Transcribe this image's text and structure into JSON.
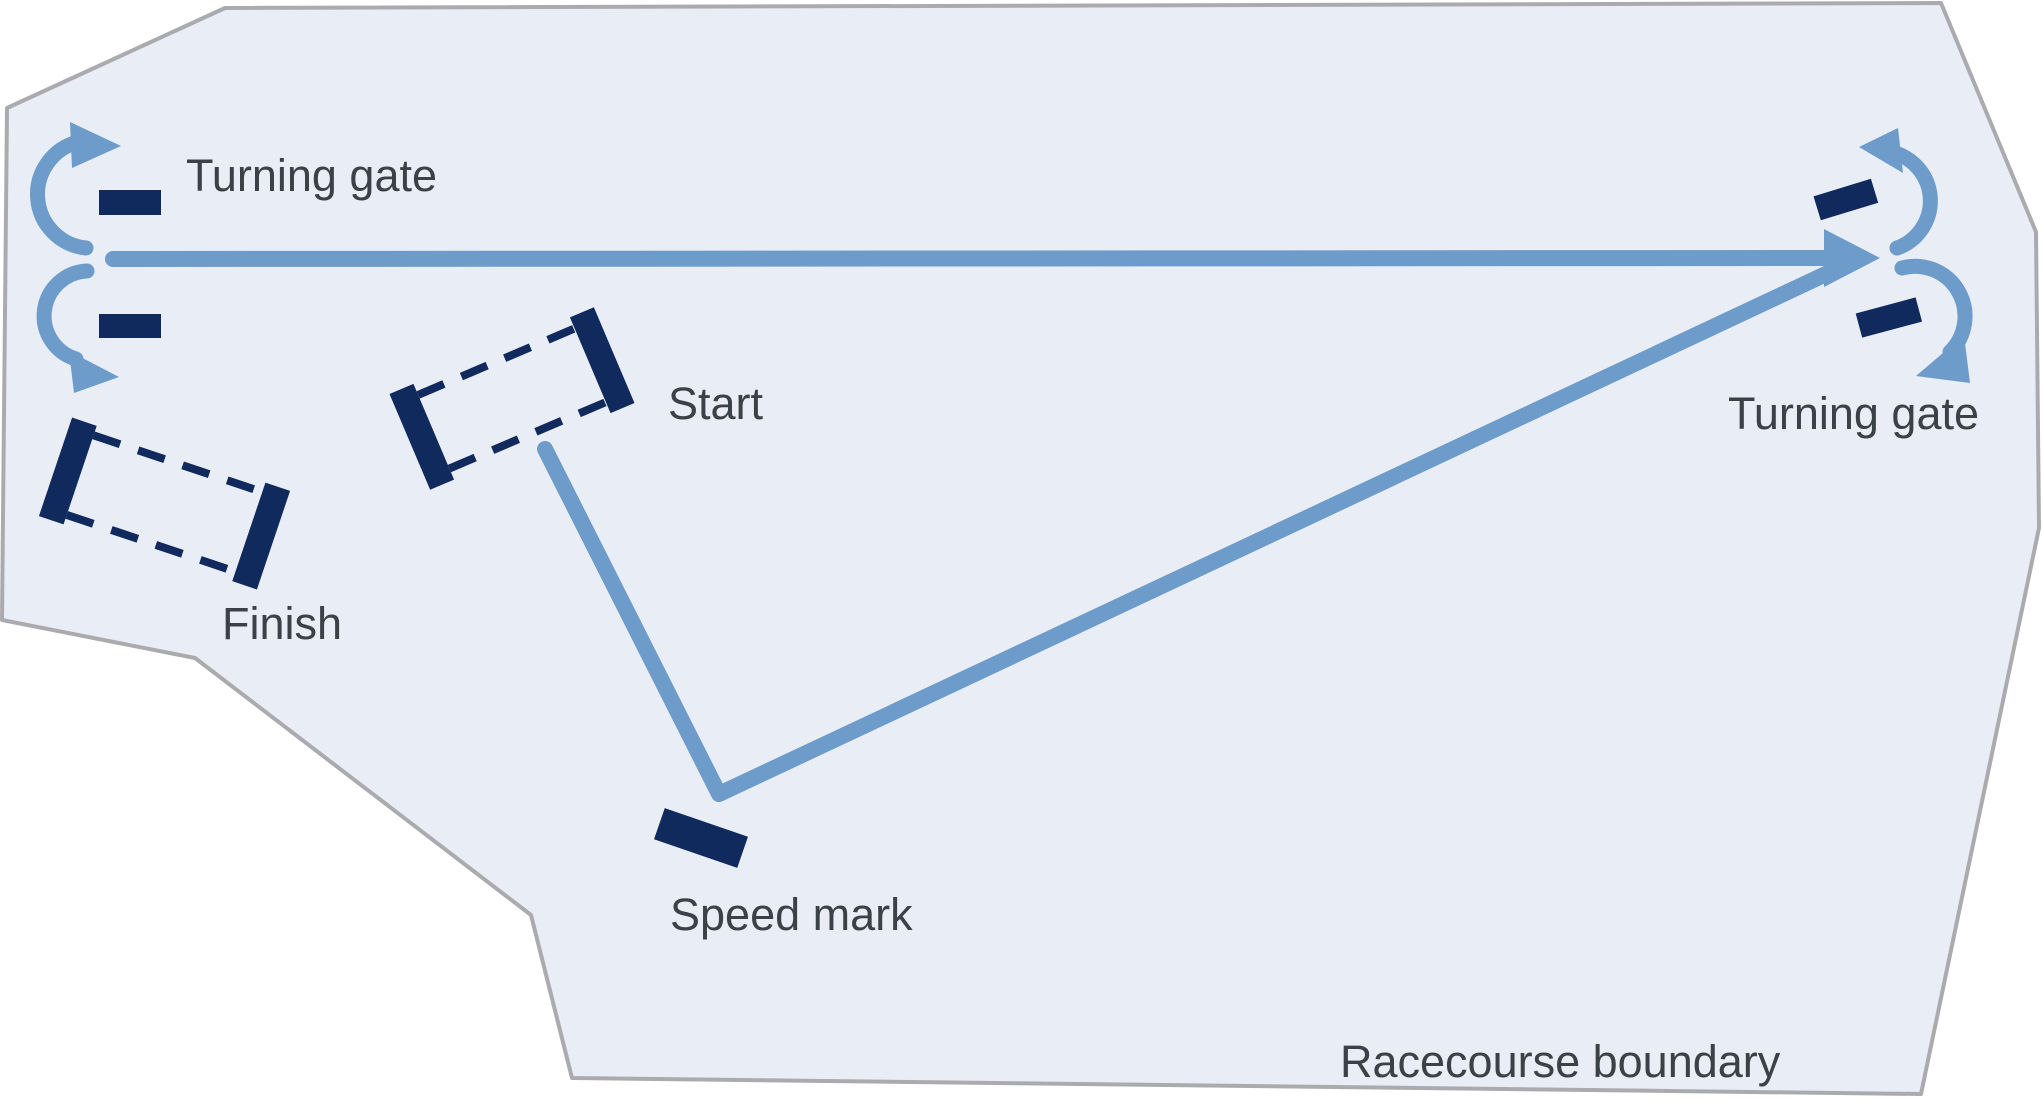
{
  "diagram": {
    "labels": {
      "turning_gate_top_left": "Turning gate",
      "turning_gate_right": "Turning gate",
      "start": "Start",
      "finish": "Finish",
      "speed_mark": "Speed mark",
      "racecourse_boundary": "Racecourse boundary"
    },
    "colors": {
      "water_fill": "#E9EDF6",
      "boundary_stroke": "#ABABAF",
      "course_blue": "#6D9BCA",
      "mark_navy": "#102A5E",
      "label_color": "#3A4147",
      "page_background": "#FFFFFF"
    }
  }
}
